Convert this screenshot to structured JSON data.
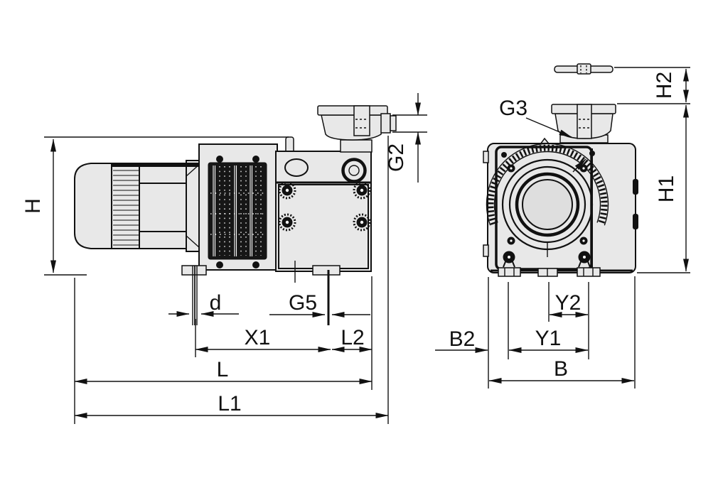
{
  "drawing": {
    "side_view": {
      "dim_h": "H",
      "dim_d": "d",
      "dim_g5": "G5",
      "dim_x1": "X1",
      "dim_l2": "L2",
      "dim_l": "L",
      "dim_l1": "L1",
      "dim_g2": "G2"
    },
    "front_view": {
      "label_g3": "G3",
      "dim_h2": "H2",
      "dim_h1": "H1",
      "dim_b2": "B2",
      "dim_y2": "Y2",
      "dim_y1": "Y1",
      "dim_b": "B"
    },
    "colors": {
      "line": "#111111",
      "body_fill": "#e8e8e8",
      "grille_fill": "#161616",
      "background": "#ffffff"
    }
  }
}
